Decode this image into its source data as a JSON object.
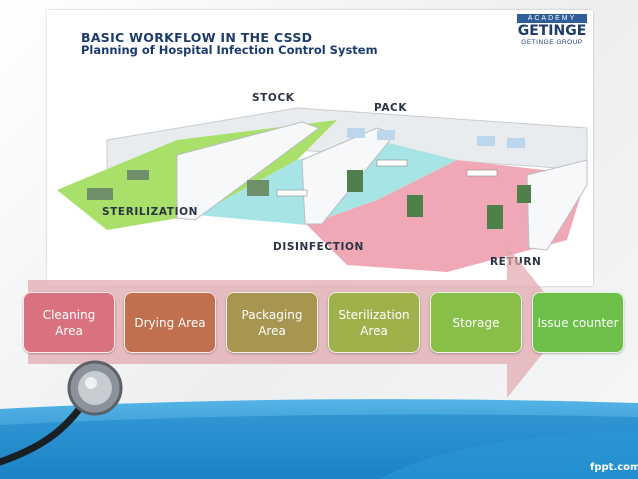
{
  "header": {
    "title": "BASIC WORKFLOW IN THE CSSD",
    "subtitle": "Planning of Hospital Infection Control System"
  },
  "logo": {
    "top": "ACADEMY",
    "main": "GETINGE",
    "sub": "GETINGE GROUP"
  },
  "room_labels": {
    "stock": "STOCK",
    "pack": "PACK",
    "sterilization": "STERILIZATION",
    "disinfection": "DISINFECTION",
    "return": "RETURN"
  },
  "steps": [
    {
      "label": "Cleaning Area",
      "color": "#d9727e"
    },
    {
      "label": "Drying Area",
      "color": "#c0704e"
    },
    {
      "label": "Packaging Area",
      "color": "#a79650"
    },
    {
      "label": "Sterilization Area",
      "color": "#9fb14a"
    },
    {
      "label": "Storage",
      "color": "#87bf49"
    },
    {
      "label": "Issue counter",
      "color": "#6cc04a"
    }
  ],
  "colors": {
    "arrow": "#e1a5ab",
    "floor_green": "#a8e06a",
    "floor_blue": "#a6e4e6",
    "floor_pink": "#f1a8b6",
    "band_blue": "#1e8fd0"
  },
  "footer": {
    "watermark": "fppt.com"
  }
}
